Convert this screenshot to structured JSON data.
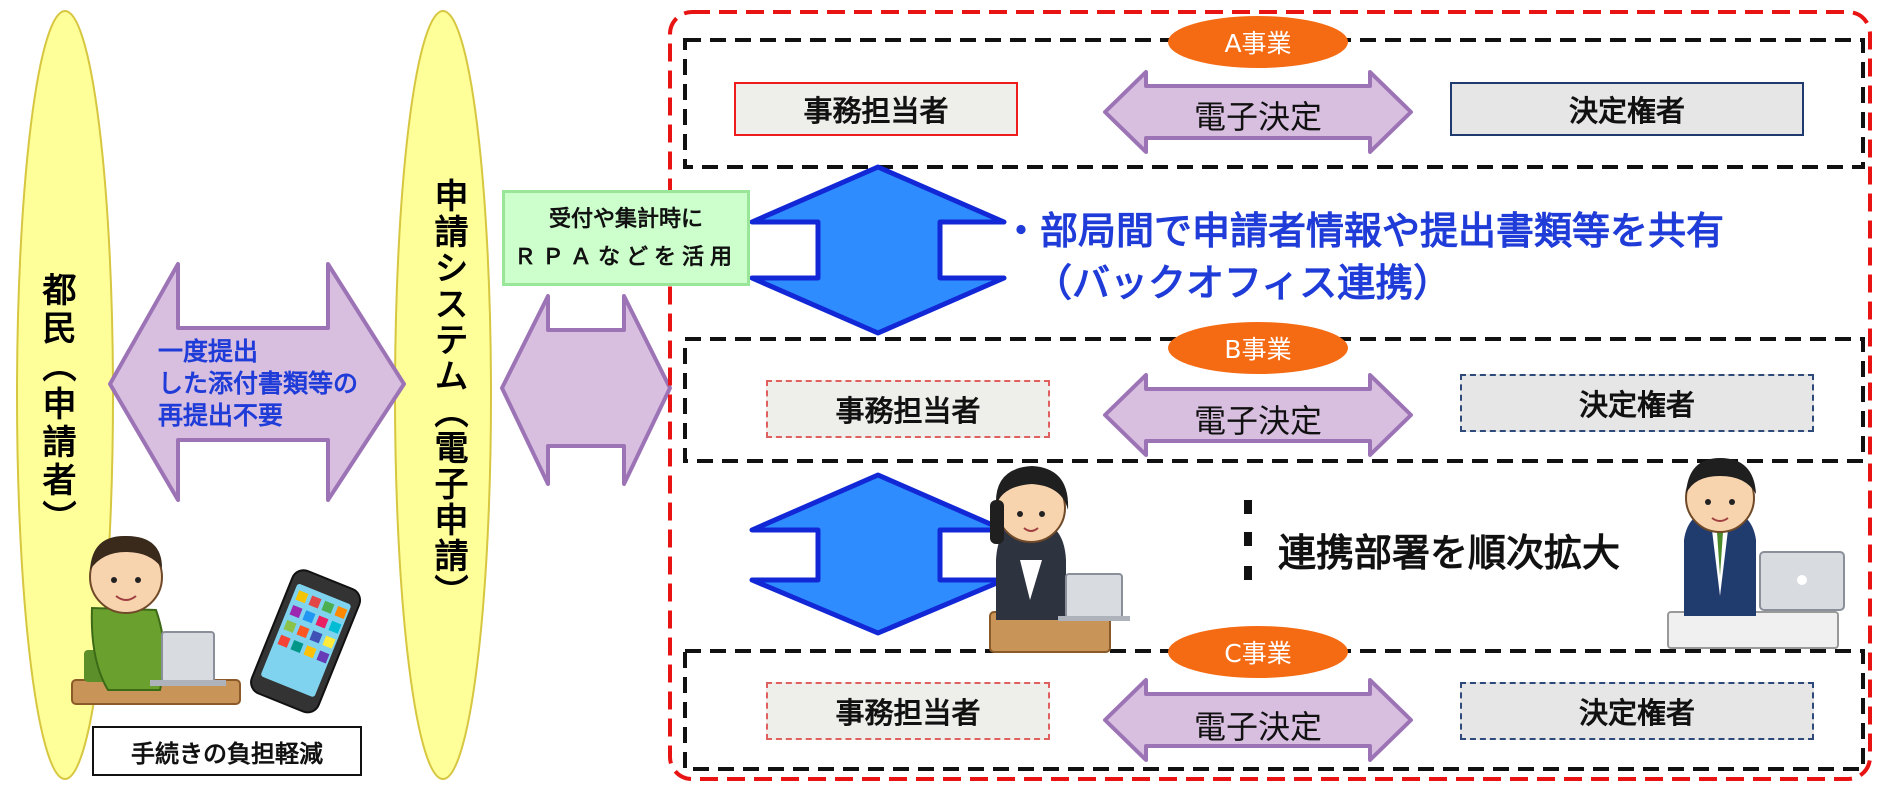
{
  "left": {
    "citizen_label": "都民（申請者）",
    "system_label": "申請システム（電子申請）",
    "no_resubmit": [
      "一度提出",
      "した添付書類等の",
      "再提出不要"
    ],
    "burden_caption": "手続きの負担軽減",
    "rpa_lines": [
      "受付や集計時に",
      "ＲＰＡなどを活用"
    ]
  },
  "projects": [
    {
      "name": "A事業",
      "staff": "事務担当者",
      "approval": "電子決定",
      "decider": "決定権者"
    },
    {
      "name": "B事業",
      "staff": "事務担当者",
      "approval": "電子決定",
      "decider": "決定権者"
    },
    {
      "name": "C事業",
      "staff": "事務担当者",
      "approval": "電子決定",
      "decider": "決定権者"
    }
  ],
  "center": {
    "share_line1": "・部局間で申請者情報や提出書類等を共有",
    "share_line2": "（バックオフィス連携）",
    "expand_text": "連携部署を順次拡大"
  },
  "colors": {
    "ellipse_fill": "#ffff99",
    "lavender_arrow": "#d8bfe0",
    "lavender_stroke": "#9c74b6",
    "blue_arrow": "#2f8cff",
    "blue_stroke": "#1228d6",
    "red_frame": "#e81414",
    "orange_pill": "#f56b14",
    "green_box": "#ccffcc",
    "blue_text": "#1f3cd8"
  }
}
